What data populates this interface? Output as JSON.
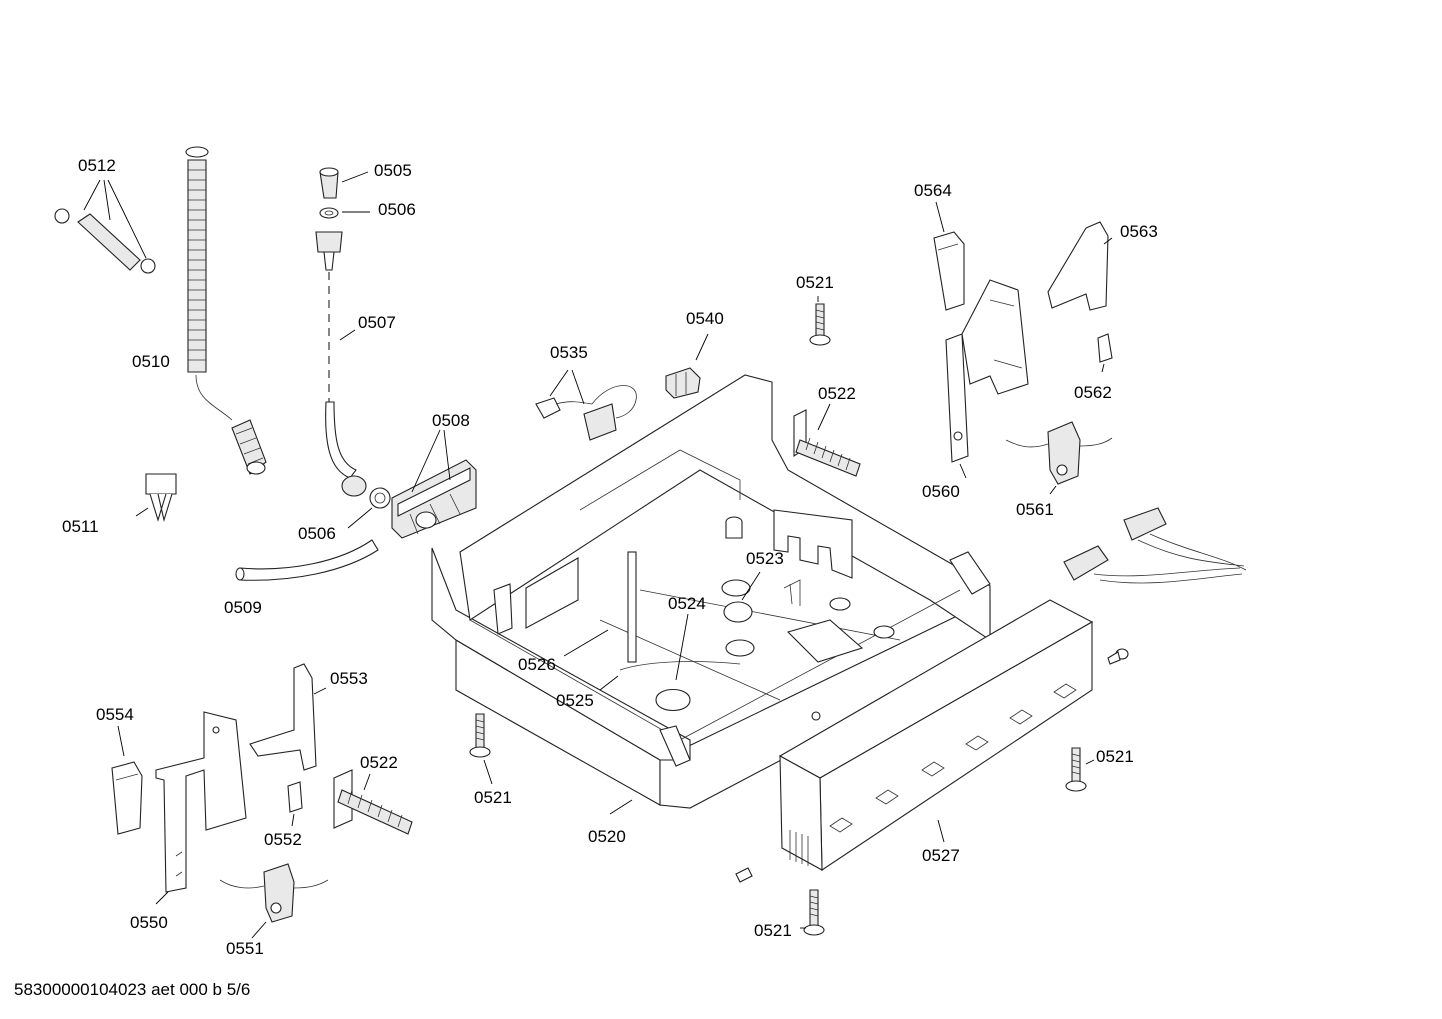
{
  "footer": "58300000104023 aet 000 b 5/6",
  "labels": {
    "p0505": "0505",
    "p0506a": "0506",
    "p0506b": "0506",
    "p0507": "0507",
    "p0508": "0508",
    "p0509": "0509",
    "p0510": "0510",
    "p0511": "0511",
    "p0512": "0512",
    "p0520": "0520",
    "p0521a": "0521",
    "p0521b": "0521",
    "p0521c": "0521",
    "p0521d": "0521",
    "p0522a": "0522",
    "p0522b": "0522",
    "p0523": "0523",
    "p0524": "0524",
    "p0525": "0525",
    "p0526": "0526",
    "p0527": "0527",
    "p0535": "0535",
    "p0540": "0540",
    "p0550": "0550",
    "p0551": "0551",
    "p0552": "0552",
    "p0553": "0553",
    "p0554": "0554",
    "p0560": "0560",
    "p0561": "0561",
    "p0562": "0562",
    "p0563": "0563",
    "p0564": "0564"
  }
}
